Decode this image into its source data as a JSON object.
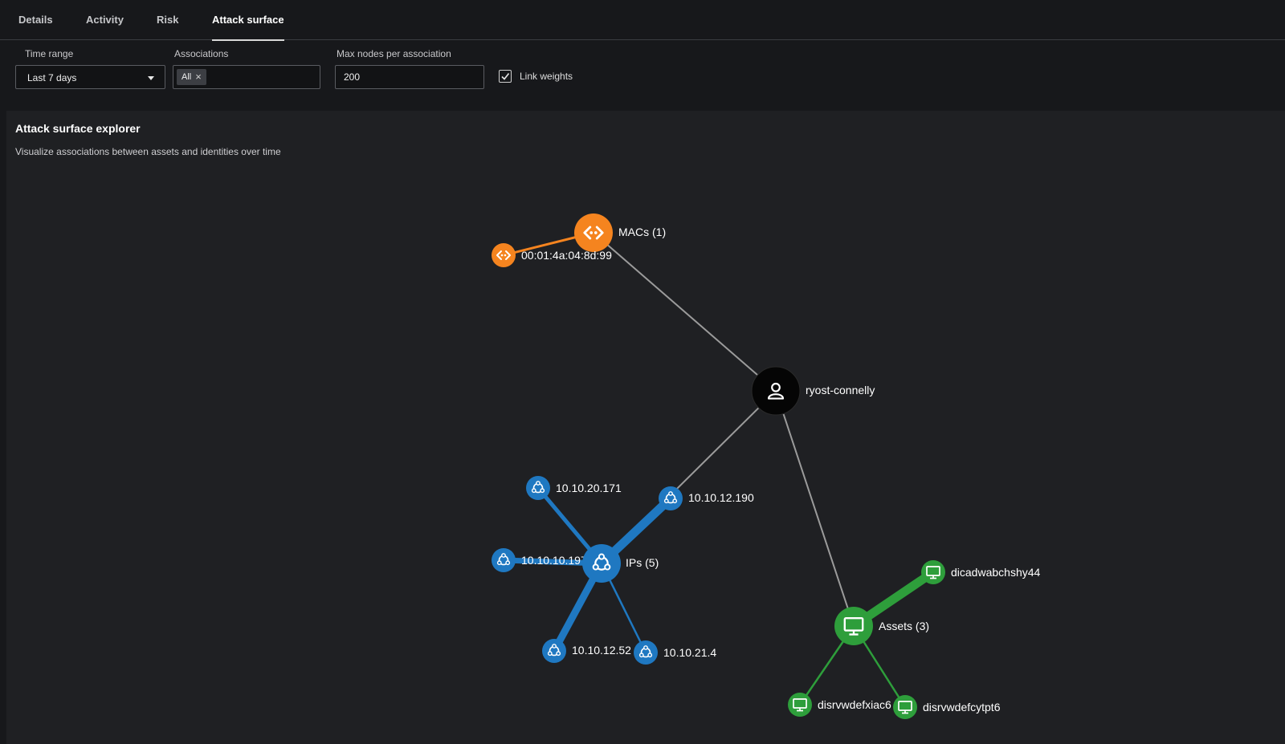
{
  "tabs": [
    {
      "label": "Details",
      "active": false
    },
    {
      "label": "Activity",
      "active": false
    },
    {
      "label": "Risk",
      "active": false
    },
    {
      "label": "Attack surface",
      "active": true
    }
  ],
  "filters": {
    "time_range_label": "Time range",
    "time_range_value": "Last 7 days",
    "associations_label": "Associations",
    "associations_chip": "All",
    "max_nodes_label": "Max nodes per association",
    "max_nodes_value": "200",
    "link_weights_label": "Link weights",
    "link_weights_checked": true
  },
  "explorer": {
    "title": "Attack surface explorer",
    "subtitle": "Visualize associations between assets and identities over time"
  },
  "graph": {
    "identity": {
      "label": "ryost-connelly",
      "icon": "user-icon"
    },
    "groups": {
      "macs": {
        "label": "MACs (1)",
        "color": "#f5841f",
        "icon": "mac-address-icon"
      },
      "ips": {
        "label": "IPs (5)",
        "color": "#1f78c1",
        "icon": "ip-address-icon"
      },
      "assets": {
        "label": "Assets (3)",
        "color": "#2e9e3b",
        "icon": "monitor-icon"
      }
    },
    "mac_nodes": [
      {
        "label": "00:01:4a:04:8d:99"
      }
    ],
    "ip_nodes": [
      {
        "label": "10.10.20.171"
      },
      {
        "label": "10.10.12.190"
      },
      {
        "label": "10.10.10.197"
      },
      {
        "label": "10.10.12.52"
      },
      {
        "label": "10.10.21.4"
      }
    ],
    "asset_nodes": [
      {
        "label": "dicadwabchshy44"
      },
      {
        "label": "disrvwdefxiac6"
      },
      {
        "label": "disrvwdefcytpt6"
      }
    ]
  }
}
